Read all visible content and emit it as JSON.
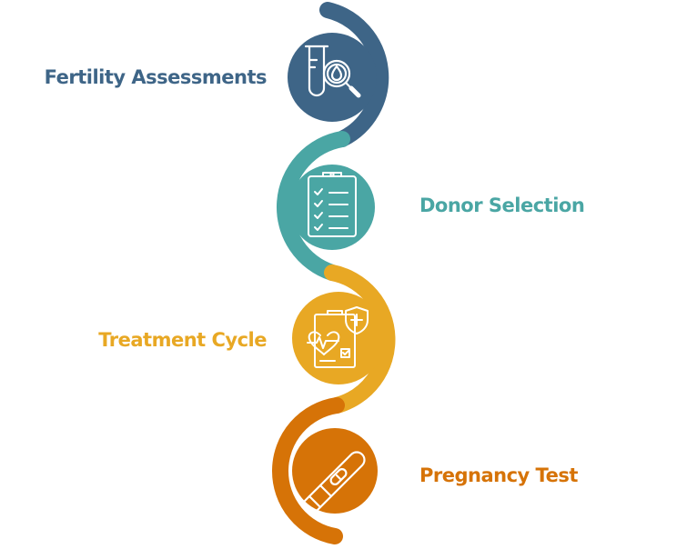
{
  "steps": [
    {
      "label": "Fertility Assessments",
      "icon": "test-tube-magnifier-icon",
      "color": "#3e6587"
    },
    {
      "label": "Donor Selection",
      "icon": "clipboard-checklist-icon",
      "color": "#4aa6a4"
    },
    {
      "label": "Treatment Cycle",
      "icon": "medical-report-icon",
      "color": "#e8a824"
    },
    {
      "label": "Pregnancy Test",
      "icon": "pregnancy-test-icon",
      "color": "#d67307"
    }
  ]
}
